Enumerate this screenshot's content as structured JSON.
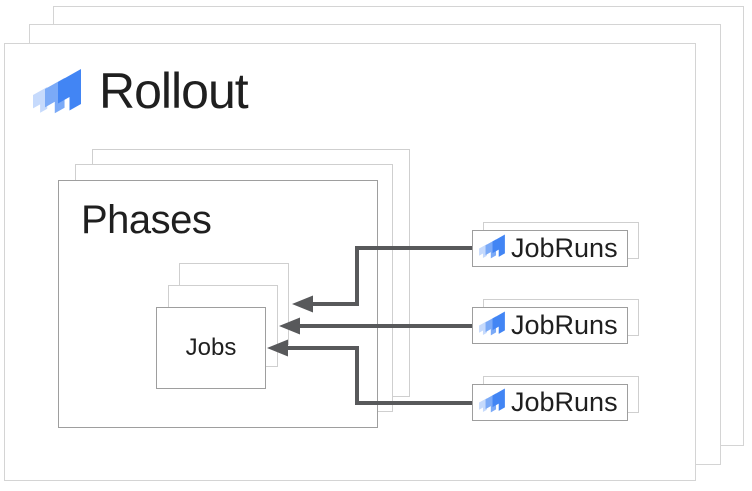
{
  "rollout": {
    "label": "Rollout"
  },
  "phases": {
    "label": "Phases"
  },
  "jobs": {
    "label": "Jobs"
  },
  "jobruns": {
    "items": [
      {
        "label": "JobRuns"
      },
      {
        "label": "JobRuns"
      },
      {
        "label": "JobRuns"
      }
    ]
  },
  "icons": {
    "deploy": "cloud-deploy-icon"
  },
  "colors": {
    "icon_dark": "#4285F4",
    "icon_mid": "#7BAAF7",
    "icon_light": "#C6DAFC",
    "arrow": "#58595B",
    "text": "#1F1F1F",
    "border_front": "#9E9E9E",
    "border_back": "#D2D2D2"
  }
}
